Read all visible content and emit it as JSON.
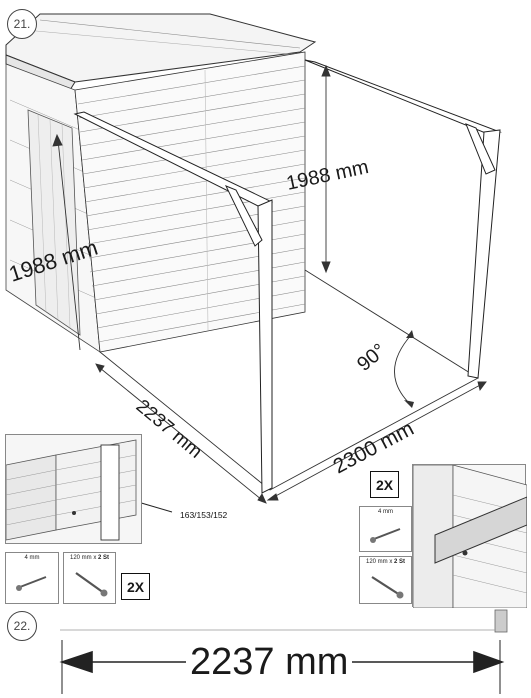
{
  "steps": [
    {
      "number": "21."
    },
    {
      "number": "22."
    }
  ],
  "step21": {
    "dim_height_left": "1988 mm",
    "dim_height_right": "1988 mm",
    "dim_depth": "2237 mm",
    "dim_width": "2300 mm",
    "angle": "90°"
  },
  "detail_left": {
    "part_label": "163/153/152",
    "screw_a": "4 mm",
    "screw_b_size": "120 mm x ",
    "screw_b_qty": "2 St",
    "quantity": "2X"
  },
  "detail_right": {
    "quantity": "2X",
    "screw_a": "4 mm",
    "screw_b_size": "120 mm x ",
    "screw_b_qty": "2 St"
  },
  "step22": {
    "dim_width": "2237 mm"
  }
}
